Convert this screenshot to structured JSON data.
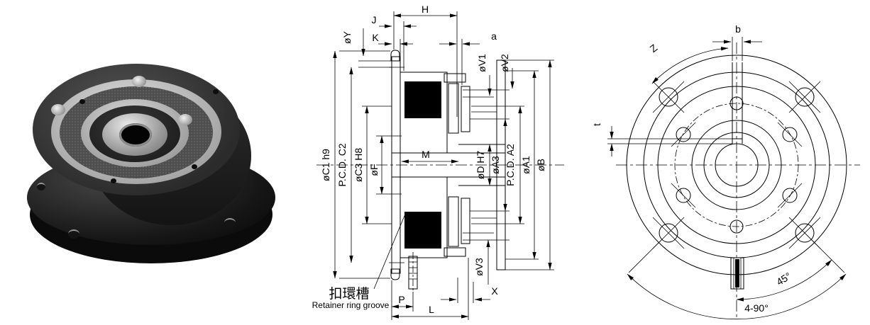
{
  "colors": {
    "body_fill": "#cfe7f5",
    "line": "#000000",
    "background": "#ffffff"
  },
  "photo": {
    "alt": "electromagnetic clutch product photo"
  },
  "section_view": {
    "top": {
      "h": "H",
      "j": "J",
      "k": "K",
      "oy": "øY",
      "a": "a",
      "ov1": "øV1",
      "ov2": "øV2"
    },
    "left": {
      "oc1": "øC1 h9",
      "pcd_c2": "P.C.D. C2",
      "oc3": "øC3 H8",
      "of": "øF"
    },
    "center": {
      "m": "M"
    },
    "right": {
      "od": "øD H7",
      "oa3": "øA3",
      "pcd_a2": "P.C.D. A2",
      "oa1": "øA1",
      "ob": "øB"
    },
    "bottom": {
      "ov3": "øV3",
      "x": "X",
      "p": "P",
      "l": "L"
    },
    "callout": {
      "zh": "扣環槽",
      "en": "Retainer ring groove"
    }
  },
  "front_view": {
    "z": "Z",
    "b": "b",
    "t": "t",
    "angle45": "45°",
    "angle490": "4-90°"
  }
}
